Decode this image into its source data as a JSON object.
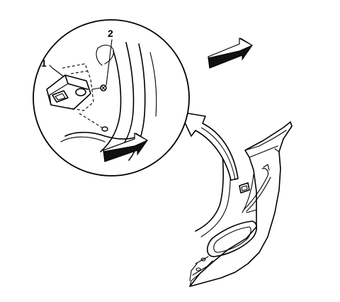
{
  "callouts": [
    {
      "id": "1",
      "label": "1"
    },
    {
      "id": "2",
      "label": "2"
    }
  ],
  "colors": {
    "line": "#000000",
    "background": "#ffffff",
    "arrow_dark": "#111111",
    "arrow_light": "#ffffff"
  },
  "icons": {
    "direction_arrow_inset": "block-arrow-right-icon",
    "direction_arrow_top": "block-arrow-right-icon",
    "zoom_arrow": "curved-arrow-icon"
  }
}
